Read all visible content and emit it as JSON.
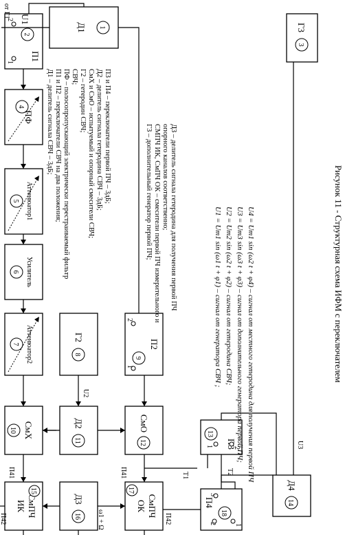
{
  "blocks": {
    "d1": {
      "label": "Д1",
      "num": "1"
    },
    "p1": {
      "label": "П1",
      "num": "2",
      "pos1": "1",
      "pos2": "2"
    },
    "pf": {
      "label": "ПФ",
      "num": "4"
    },
    "att1": {
      "label": "Аттенюатор1",
      "num": "5"
    },
    "amp": {
      "label": "Усилитель",
      "num": "6"
    },
    "att2": {
      "label": "Аттенюатор2",
      "num": "7"
    },
    "g2": {
      "label": "Г2",
      "num": "8"
    },
    "p2": {
      "label": "П2",
      "num": "9",
      "pos1": "1",
      "pos2": "2"
    },
    "smx": {
      "label": "СмХ",
      "num": "10"
    },
    "d2": {
      "label": "Д2",
      "num": "11"
    },
    "smo": {
      "label": "СмО",
      "num": "12"
    },
    "p3": {
      "label": "П3",
      "num": "13",
      "pos1": "1",
      "pos2": "2"
    },
    "d4": {
      "label": "Д4",
      "num": "14"
    },
    "smpch_ik": {
      "label1": "СмПЧ",
      "label2": "ИК",
      "num": "15"
    },
    "d3": {
      "label": "Д3",
      "num": "16"
    },
    "smpch_ok": {
      "label1": "СмПЧ",
      "label2": "ОК",
      "num": "17"
    },
    "p4": {
      "label": "П4",
      "num": "18",
      "pos1": "1",
      "pos2": "2",
      "pos3": "3"
    },
    "g3": {
      "label": "Г3",
      "num": "3"
    }
  },
  "signals": {
    "u1": "U1",
    "from_g1": "от Г1",
    "u2": "U2",
    "u3": "U3",
    "t1": "Т1",
    "t2": "Т2",
    "p41_left": "П41",
    "p41_right": "П41",
    "p42_left": "П42",
    "p42_right": "П42",
    "omega": "ω1 + Ω"
  },
  "legend_top": [
    "Д1 – делитель сигнала СВЧ – 3дБ;",
    "П1 и П2 – переключатели СВЧ на два положения;",
    "ПФ – полосопропускающий электрически перестраиваемый фильтр",
    "СВЧ;",
    "Г2 – гетеродин СВЧ;",
    "СмХ и СмО – испытуемый и опорный смесители СВЧ;",
    "Д2 – делитель сигнала гетеродина СВЧ – 3дБ;",
    "П3 и П4 – переключатели первой ПЧ – 3дБ;"
  ],
  "legend_mid": [
    "Г3 – дополнительный генератор первой ПЧ;",
    "СМПЧ ИК, СмПЧ ОК – смесители первой ПЧ измерительного и",
    "опорного каналов соответственно;",
    "Д3 – делитель сигнала гетеродина для получения первой ПЧ"
  ],
  "formulas": [
    "U1 = Um1 sin (ω1 t + φ1) – сигнал от генератора СВЧ ;",
    "U2 = Um2 sin (ω2 t + φ2) – сигнал от гетеродина СВЧ;",
    "U3 = Um3 sin (ω3 t + φ3) – сигнал от дополнительного генератора первой ПЧ;",
    "U4 = Um1 sin (ω2 t + φ4) – сигнал от местного гетеродина для получения первой ПЧ"
  ],
  "caption": "Рисунок 11 - Структурная схема ИФМ с переключателем"
}
